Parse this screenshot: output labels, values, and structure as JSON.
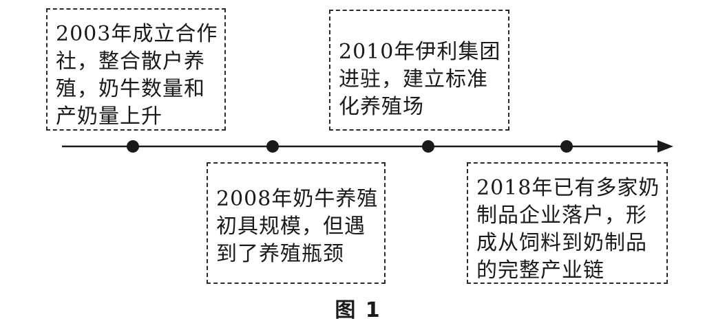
{
  "events": {
    "e2003": "2003年成立合作\n社，整合散户养\n殖，奶牛数量和\n产奶量上升",
    "e2008": "2008年奶牛养殖\n初具规模，但遇\n到了养殖瓶颈",
    "e2010": "2010年伊利集团\n进驻，建立标准\n化养殖场",
    "e2018": "2018年已有多家奶\n制品企业落户，形\n成从饲料到奶制品\n的完整产业链"
  },
  "caption": "图 1"
}
